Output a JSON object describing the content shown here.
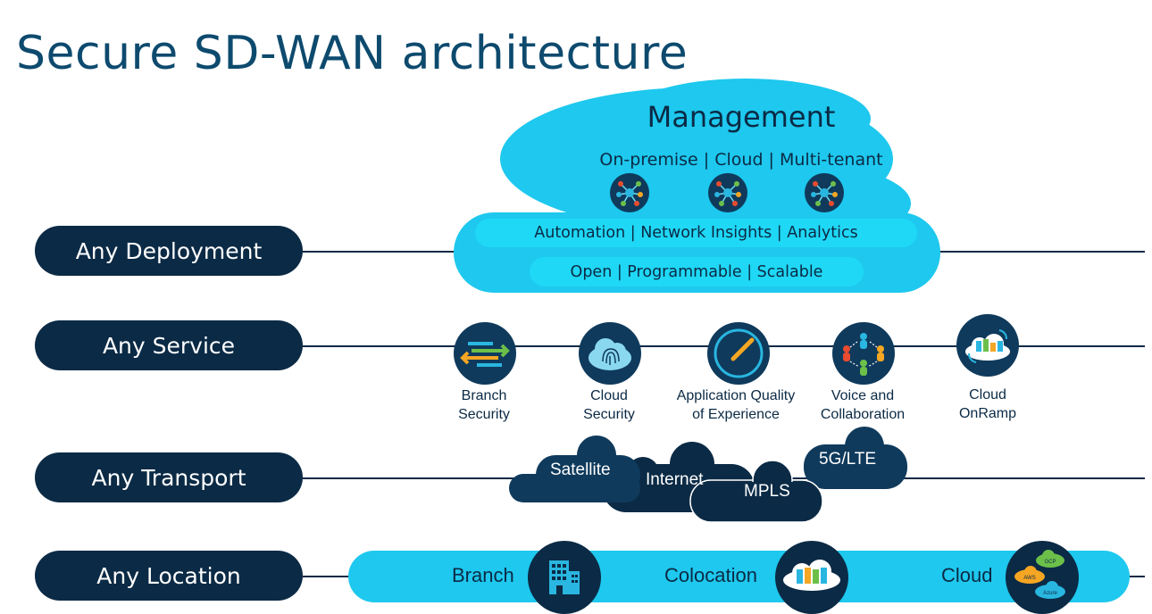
{
  "title": "Secure SD-WAN architecture",
  "rows": {
    "deployment": "Any Deployment",
    "service": "Any Service",
    "transport": "Any Transport",
    "location": "Any Location"
  },
  "management": {
    "title": "Management",
    "subtitle": "On-premise | Cloud | Multi-tenant",
    "band1": "Automation | Network Insights | Analytics",
    "band2": "Open | Programmable | Scalable"
  },
  "services": [
    {
      "label1": "Branch",
      "label2": "Security",
      "icon": "arrows-exchange-icon"
    },
    {
      "label1": "Cloud",
      "label2": "Security",
      "icon": "fingerprint-cloud-icon"
    },
    {
      "label1": "Application Quality",
      "label2": "of Experience",
      "icon": "gauge-icon"
    },
    {
      "label1": "Voice and",
      "label2": "Collaboration",
      "icon": "people-icon"
    },
    {
      "label1": "Cloud",
      "label2": "OnRamp",
      "icon": "cloud-servers-icon"
    }
  ],
  "transports": [
    "Satellite",
    "Internet",
    "MPLS",
    "5G/LTE"
  ],
  "locations": [
    {
      "label": "Branch",
      "icon": "building-icon"
    },
    {
      "label": "Colocation",
      "icon": "datacenter-cloud-icon"
    },
    {
      "label": "Cloud",
      "icon": "multi-cloud-icon",
      "badges": [
        "GCP",
        "AWS",
        "Azure"
      ]
    }
  ],
  "colors": {
    "navy": "#0b2a45",
    "title": "#0d4a6e",
    "cyan": "#1ec8ee",
    "cloud": "#29b6e0",
    "bright": "#1fd8f5"
  }
}
